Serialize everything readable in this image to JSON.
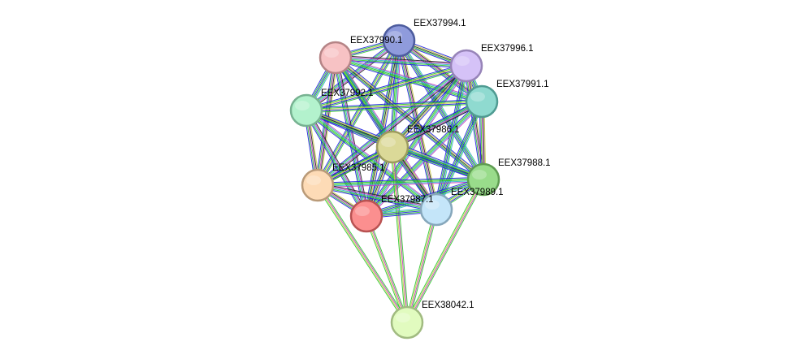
{
  "network": {
    "nodes": [
      {
        "id": "n0",
        "label": "EEX37994.1",
        "fill": "#8f9bdc",
        "stroke": "#4d5c9e"
      },
      {
        "id": "n1",
        "label": "EEX37990.1",
        "fill": "#f7c2c4",
        "stroke": "#b58486"
      },
      {
        "id": "n2",
        "label": "EEX37996.1",
        "fill": "#d5c2f7",
        "stroke": "#9784b8"
      },
      {
        "id": "n3",
        "label": "EEX37991.1",
        "fill": "#8fdad0",
        "stroke": "#4f9b92"
      },
      {
        "id": "n4",
        "label": "EEX37992.1",
        "fill": "#b3f2cd",
        "stroke": "#77b291"
      },
      {
        "id": "n5",
        "label": "EEX37986.1",
        "fill": "#dbd998",
        "stroke": "#9c9b5d"
      },
      {
        "id": "n6",
        "label": "EEX37988.1",
        "fill": "#99dc8b",
        "stroke": "#5f9c52"
      },
      {
        "id": "n7",
        "label": "EEX37985.1",
        "fill": "#fddbb6",
        "stroke": "#b99a78"
      },
      {
        "id": "n8",
        "label": "EEX37987.1",
        "fill": "#fb8f8f",
        "stroke": "#b95252"
      },
      {
        "id": "n9",
        "label": "EEX37989.1",
        "fill": "#c4e5f9",
        "stroke": "#86a7bb"
      },
      {
        "id": "n10",
        "label": "EEX38042.1",
        "fill": "#e1fbbf",
        "stroke": "#a1bb81"
      }
    ],
    "edge_colors": [
      "#2ec82e",
      "#1f1fe0",
      "#c9c94a",
      "#222222",
      "#c03cc0",
      "#35b0c8"
    ]
  }
}
